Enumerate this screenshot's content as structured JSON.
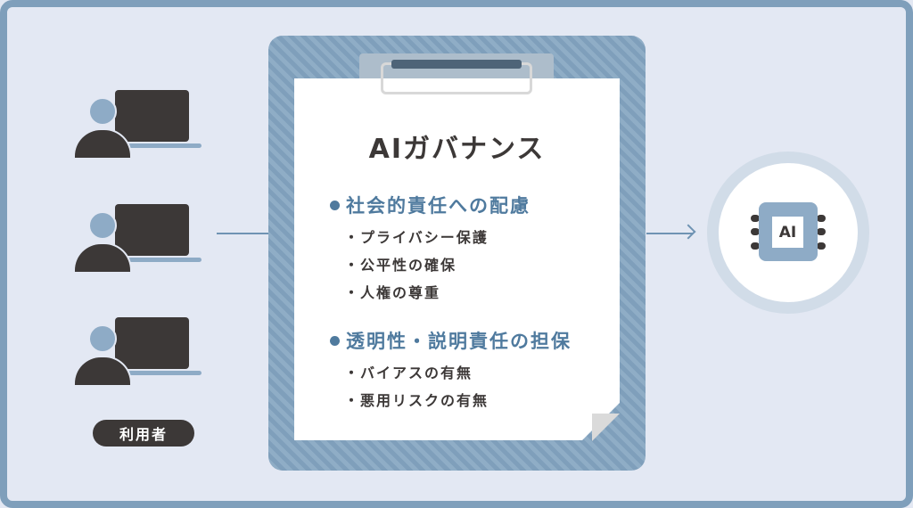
{
  "diagram": {
    "title": "AIガバナンス",
    "users": {
      "label": "利用者",
      "count": 3
    },
    "sections": [
      {
        "heading": "社会的責任への配慮",
        "items": [
          "プライバシー保護",
          "公平性の確保",
          "人権の尊重"
        ]
      },
      {
        "heading": "透明性・説明責任の担保",
        "items": [
          "バイアスの有無",
          "悪用リスクの有無"
        ]
      }
    ],
    "ai_chip": {
      "label": "AI"
    },
    "colors": {
      "background": "#e3e8f3",
      "frame": "#7f9fbb",
      "accent": "#4f7a9e",
      "dark": "#3c3837",
      "light_blue": "#8eabc6"
    }
  }
}
